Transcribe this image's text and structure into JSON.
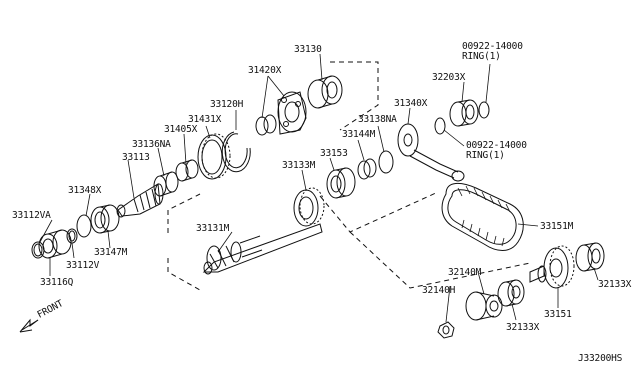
{
  "diagram": {
    "parts": [
      "33130",
      "31420X",
      "33120H",
      "31431X",
      "31405X",
      "33136NA",
      "33113",
      "31348X",
      "33112VA",
      "33112V",
      "33147M",
      "33116Q",
      "33131M",
      "33133M",
      "33153",
      "33144M",
      "33138NA",
      "31340X",
      "32203X",
      "33151M",
      "32140M",
      "32140H",
      "32133X",
      "33151",
      "32133X"
    ],
    "rings": [
      "00922-14000",
      "RING(1)",
      "00922-14000",
      "RING(1)"
    ],
    "front": "FRONT",
    "code": "J33200HS"
  }
}
